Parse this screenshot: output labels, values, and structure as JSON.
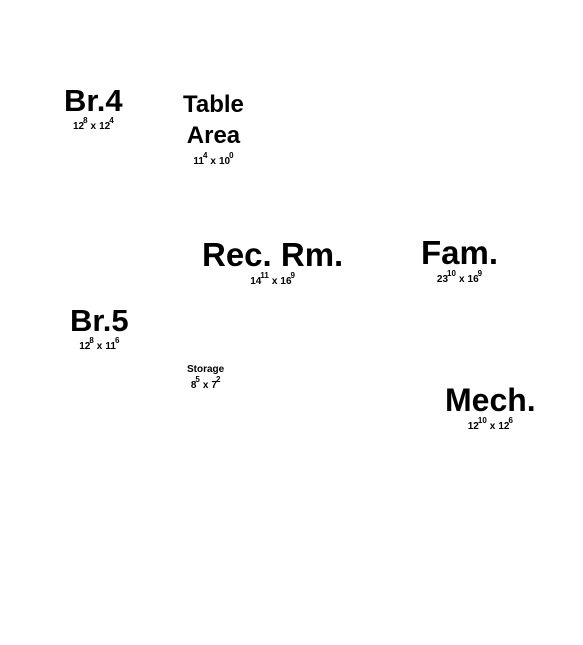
{
  "rooms": [
    {
      "id": "br4",
      "name": "Br.4",
      "dim_a": "12",
      "dim_a_sup": "8",
      "dim_b": "12",
      "dim_b_sup": "4"
    },
    {
      "id": "table",
      "name_line1": "Table",
      "name_line2": "Area",
      "dim_a": "11",
      "dim_a_sup": "4",
      "dim_b": "10",
      "dim_b_sup": "0"
    },
    {
      "id": "rec",
      "name": "Rec. Rm.",
      "dim_a": "14",
      "dim_a_sup": "11",
      "dim_b": "16",
      "dim_b_sup": "9"
    },
    {
      "id": "fam",
      "name": "Fam.",
      "dim_a": "23",
      "dim_a_sup": "10",
      "dim_b": "16",
      "dim_b_sup": "9"
    },
    {
      "id": "br5",
      "name": "Br.5",
      "dim_a": "12",
      "dim_a_sup": "8",
      "dim_b": "11",
      "dim_b_sup": "6"
    },
    {
      "id": "stor",
      "name": "Storage",
      "dim_a": "8",
      "dim_a_sup": "5",
      "dim_b": "7",
      "dim_b_sup": "2"
    },
    {
      "id": "mech",
      "name": "Mech.",
      "dim_a": "12",
      "dim_a_sup": "10",
      "dim_b": "12",
      "dim_b_sup": "6"
    }
  ],
  "separator": "x"
}
